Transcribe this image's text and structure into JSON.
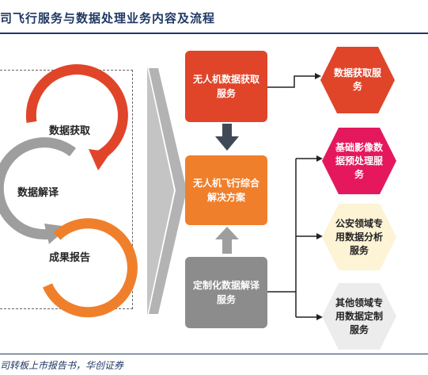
{
  "title": "司飞行服务与数据处理业务内容及流程",
  "footer": "司转板上市报告书，华创证券",
  "cycle": {
    "step1": "数据获取",
    "step2": "数据解译",
    "step3": "成果报告"
  },
  "center": {
    "top": "无人机数据获取服务",
    "middle": "无人机飞行综合解决方案",
    "bottom": "定制化数据解译服务"
  },
  "outputs": {
    "o1": "数据获取服务",
    "o2": "基础影像数据预处理服务",
    "o3": "公安领域专用数据分析服务",
    "o4": "其他领域专用数据定制服务"
  },
  "colors": {
    "red": "#e0452a",
    "orange": "#f07f2c",
    "gray": "#8c8c8c",
    "magenta": "#e5185e",
    "cream": "#fdf3d5",
    "lightgray": "#ececec",
    "navy": "#1f3864"
  }
}
